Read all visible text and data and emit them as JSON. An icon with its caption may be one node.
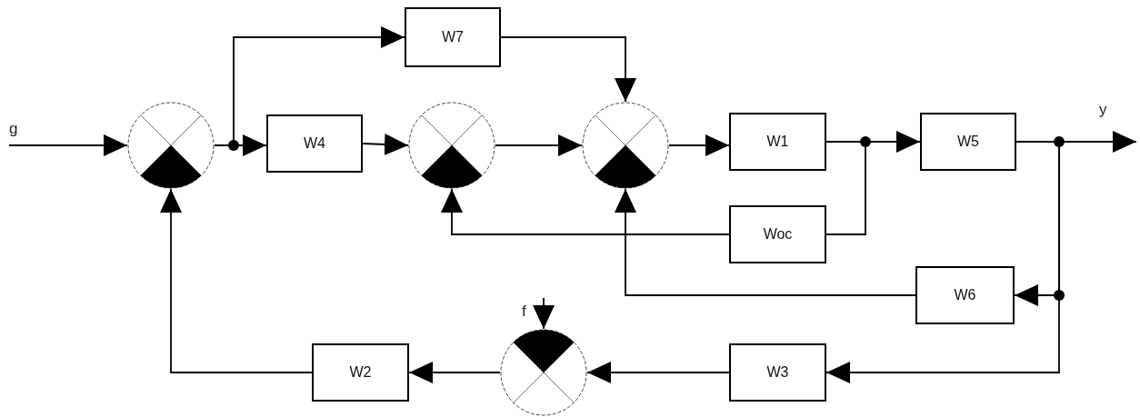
{
  "diagram": {
    "nodes": [
      {
        "text": [
          "W7"
        ]
      },
      {
        "text": [],
        "shape": "circle"
      },
      {
        "text": [
          "W4"
        ]
      },
      {
        "text": [],
        "shape": "circle"
      },
      {
        "text": [],
        "shape": "circle"
      },
      {
        "text": [
          "W1"
        ]
      },
      {
        "text": [
          "W5"
        ]
      },
      {
        "text": [
          "Woc"
        ]
      },
      {
        "text": [
          "W6"
        ]
      },
      {
        "text": [],
        "shape": "circle"
      },
      {
        "text": [
          "W2"
        ]
      },
      {
        "text": [
          "W3"
        ]
      }
    ],
    "edges": [
      {
        "from": null,
        "to": 1,
        "arrow": "to",
        "label": "g"
      },
      {
        "from": 1,
        "to": 2,
        "arrow": "to"
      },
      {
        "from": 1,
        "to": 0,
        "arrow": "to"
      },
      {
        "from": 2,
        "to": 3,
        "arrow": "to"
      },
      {
        "from": 3,
        "to": 4,
        "arrow": "to"
      },
      {
        "from": 0,
        "to": 4,
        "arrow": "to"
      },
      {
        "from": 4,
        "to": 5,
        "arrow": "to"
      },
      {
        "from": 5,
        "to": 6,
        "arrow": "to"
      },
      {
        "from": 5,
        "to": 7,
        "arrow": "none"
      },
      {
        "from": 7,
        "to": 3,
        "arrow": "to"
      },
      {
        "from": 6,
        "to": null,
        "arrow": "to",
        "label": "y"
      },
      {
        "from": 6,
        "to": 8,
        "arrow": "to"
      },
      {
        "from": 8,
        "to": 4,
        "arrow": "to"
      },
      {
        "from": 6,
        "to": 11,
        "arrow": "to"
      },
      {
        "from": 11,
        "to": 9,
        "arrow": "to"
      },
      {
        "from": null,
        "to": 9,
        "arrow": "to",
        "label": "f"
      },
      {
        "from": 9,
        "to": 10,
        "arrow": "to"
      },
      {
        "from": 10,
        "to": 1,
        "arrow": "to"
      }
    ]
  }
}
